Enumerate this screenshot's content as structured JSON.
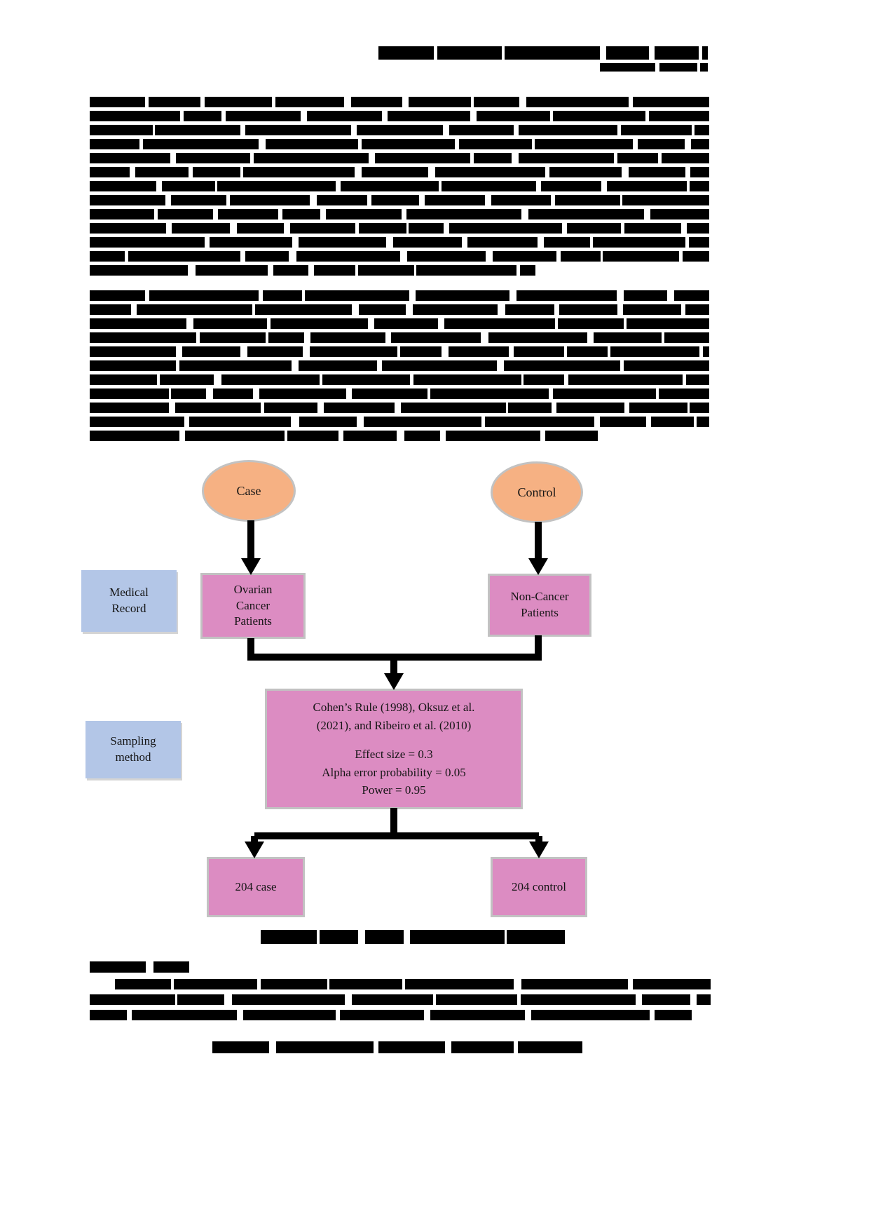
{
  "figure": {
    "case_label": "Case",
    "control_label": "Control",
    "medical_record_label": "Medical Record",
    "ovarian_label": "Ovarian Cancer Patients",
    "non_cancer_label": "Non-Cancer Patients",
    "sampling_label": "Sampling method",
    "criteria_source_line1": "Cohen’s Rule (1998), Oksuz et al.",
    "criteria_source_line2": "(2021), and Ribeiro et al. (2010)",
    "criteria_effect": "Effect size = 0.3",
    "criteria_alpha": "Alpha error probability = 0.05",
    "criteria_power": "Power = 0.95",
    "case_count_label": "204 case",
    "control_count_label": "204 control"
  },
  "colors": {
    "ellipse_fill": "#F6B183",
    "pink_fill": "#DC8CC2",
    "blue_fill": "#B3C6E7",
    "shape_border": "#C2C2C2",
    "arrow": "#000000",
    "redaction": "#000000"
  }
}
